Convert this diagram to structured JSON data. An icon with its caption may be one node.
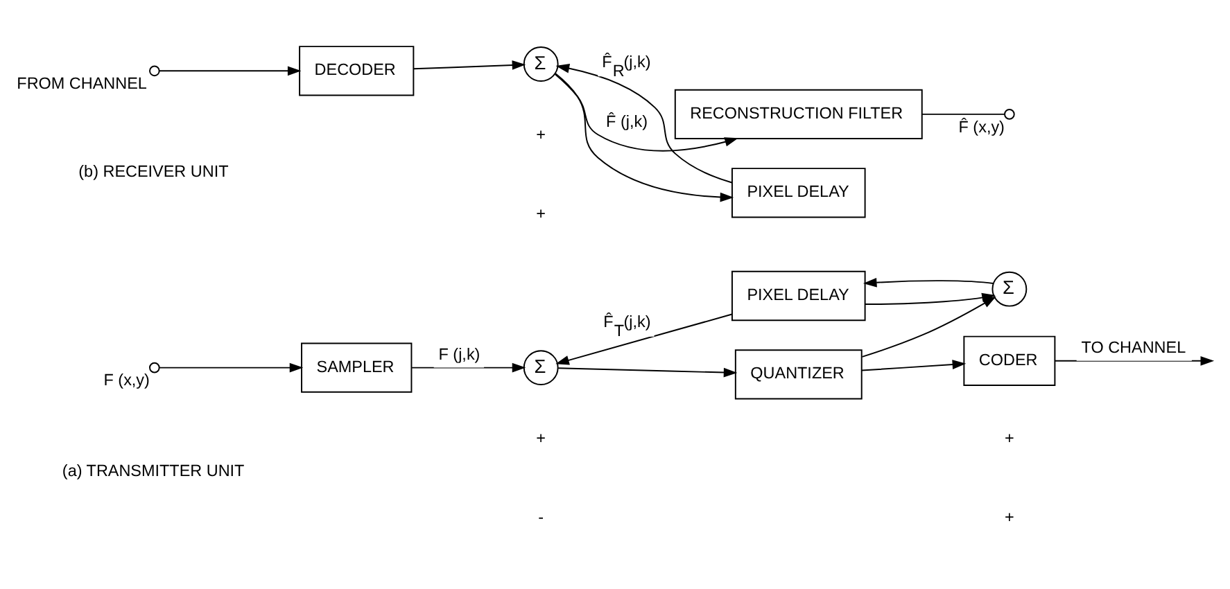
{
  "diagram": {
    "nodes": [
      {
        "text": [],
        "shape": "circle",
        "beside": [
          "F (x,y)"
        ]
      },
      {
        "text": [
          "SAMPLER"
        ]
      },
      {
        "text": [
          "Σ"
        ]
      },
      {
        "text": [
          "QUANTIZER"
        ]
      },
      {
        "text": [
          "CODER"
        ]
      },
      {
        "text": [
          "Σ"
        ]
      },
      {
        "text": [
          "PIXEL DELAY"
        ]
      },
      {
        "text": [],
        "shape": "circle",
        "beside": [
          "FROM CHANNEL"
        ]
      },
      {
        "text": [
          "DECODER"
        ]
      },
      {
        "text": [
          "Σ"
        ]
      },
      {
        "text": [
          "PIXEL DELAY"
        ]
      },
      {
        "text": [
          "RECONSTRUCTION FILTER"
        ]
      },
      {
        "text": [],
        "shape": "circle",
        "beside": [
          "F̂ (x,y)"
        ]
      }
    ],
    "edges": [
      {
        "from": 0,
        "to": 1,
        "arrow": "to"
      },
      {
        "from": 1,
        "to": 2,
        "arrow": "to",
        "label": "F (j,k)"
      },
      {
        "from": 2,
        "to": 3,
        "arrow": "to"
      },
      {
        "from": 3,
        "to": 4,
        "arrow": "to"
      },
      {
        "from": 4,
        "to": null,
        "arrow": "to",
        "label": "TO CHANNEL"
      },
      {
        "from": 3,
        "to": 5,
        "arrow": "to"
      },
      {
        "from": 5,
        "to": 6,
        "arrow": "to"
      },
      {
        "from": 6,
        "to": 2,
        "arrow": "to",
        "label": "F̂$_{T}$(j,k)"
      },
      {
        "from": 6,
        "to": 5,
        "arrow": "to"
      },
      {
        "from": 7,
        "to": 8,
        "arrow": "to"
      },
      {
        "from": 8,
        "to": 9,
        "arrow": "to"
      },
      {
        "from": 9,
        "to": 11,
        "arrow": "to",
        "label": "F̂ (j,k)"
      },
      {
        "from": 9,
        "to": 10,
        "arrow": "to"
      },
      {
        "from": 10,
        "to": 9,
        "arrow": "to",
        "label": "F̂$_{R}$(j,k)"
      },
      {
        "from": 11,
        "to": 12,
        "arrow": "none"
      }
    ],
    "labels": [
      "+",
      "-",
      "+",
      "+",
      "(a) TRANSMITTER UNIT",
      "+",
      "+",
      "(b) RECEIVER UNIT"
    ]
  }
}
